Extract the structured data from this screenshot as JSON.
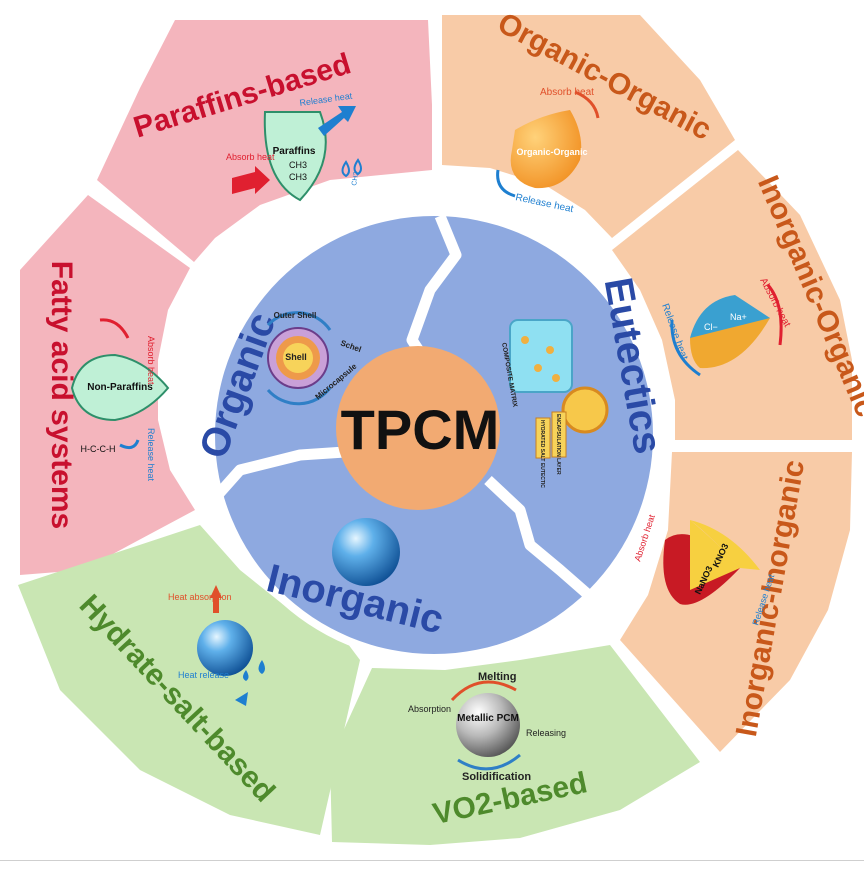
{
  "center": {
    "label": "TPCM"
  },
  "inner": {
    "organic": {
      "label": "Organic",
      "outer_shell": "Outer Shell",
      "shell": "Shell",
      "schel": "Schel",
      "microcapsule": "Microcapsule"
    },
    "eutectics": {
      "label": "Eutectics",
      "composite_matrix": "COMPOSITE MATRIX",
      "encapsulation_layer": "ENCAPSULATION LAYER",
      "hydrated_salt_eutectic": "HYDRATED SALT EUTECTIC"
    },
    "inorganic": {
      "label": "Inorganic"
    }
  },
  "outer": {
    "paraffins": {
      "label": "Paraffins-based",
      "absorb": "Absorb heat",
      "release": "Release heat",
      "drop": "Paraffins",
      "ch3a": "CH3",
      "ch3b": "CH3",
      "ch2": "CH2"
    },
    "fatty": {
      "label": "Fatty acid systems",
      "absorb": "Absorb heat",
      "release": "Release heat",
      "drop": "Non-Paraffins",
      "formula": "H-C-C-H"
    },
    "orgorg": {
      "label": "Organic-Organic",
      "absorb": "Absorb heat",
      "release": "Release heat",
      "drop": "Organic-Organic"
    },
    "inorgorg": {
      "label": "Inorganic-Organic",
      "absorb": "Absorb heat",
      "release": "Release heat",
      "na": "Na+",
      "cl": "Cl−"
    },
    "inorginorg": {
      "label": "Inorganic-Inorganic",
      "absorb": "Absorb heat",
      "release": "Release heat",
      "nano": "NaNO3",
      "kno": "KNO3"
    },
    "vo2": {
      "label": "VO2-based",
      "melting": "Melting",
      "solidification": "Solidification",
      "absorption": "Absorption",
      "releasing": "Releasing",
      "pcm": "Metallic PCM"
    },
    "hydrate": {
      "label": "Hydrate-salt-based",
      "heat_abs": "Heat absorption",
      "heat_rel": "Heat release"
    }
  },
  "colors": {
    "pink": "#f4b5bd",
    "peach": "#f8cba7",
    "green": "#c9e6b3",
    "blue": "#8ea9e0",
    "center": "#f2aa72",
    "red_text": "#c8102e",
    "orange_text": "#c8581a",
    "green_text": "#4e8a2c",
    "blue_text": "#2a4aa6"
  }
}
